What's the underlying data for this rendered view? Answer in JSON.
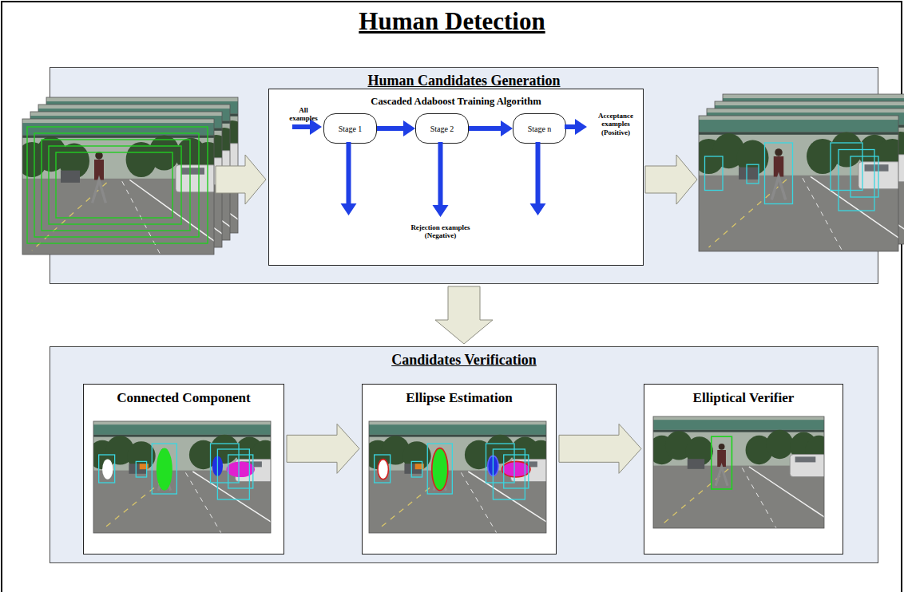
{
  "diagram": {
    "title": "Human Detection",
    "nodes": [
      {
        "text": [
          "Human Candidates Generation"
        ]
      },
      {
        "text": [
          "Cascaded Adaboost Training Algorithm"
        ],
        "in": 0
      },
      {
        "text": [
          "Stage 1"
        ],
        "in": 1
      },
      {
        "text": [
          "Stage 2"
        ],
        "in": 1
      },
      {
        "text": [
          "Stage n"
        ],
        "in": 1
      },
      {
        "text": [
          "Candidates Verification"
        ]
      },
      {
        "text": [
          "Connected Component"
        ],
        "in": 5
      },
      {
        "text": [
          "Ellipse Estimation"
        ],
        "in": 5
      },
      {
        "text": [
          "Elliptical Verifier"
        ],
        "in": 5
      }
    ],
    "edges": [
      {
        "from": 2,
        "to": 3,
        "arrow": "to"
      },
      {
        "from": 3,
        "to": 4,
        "arrow": "to"
      },
      {
        "from": 0,
        "to": 5,
        "arrow": "to"
      },
      {
        "from": 6,
        "to": 7,
        "arrow": "to"
      },
      {
        "from": 7,
        "to": 8,
        "arrow": "to"
      }
    ],
    "labels": [
      "All examples",
      "Acceptance examples (Positive)",
      "Rejection examples (Negative)"
    ]
  }
}
